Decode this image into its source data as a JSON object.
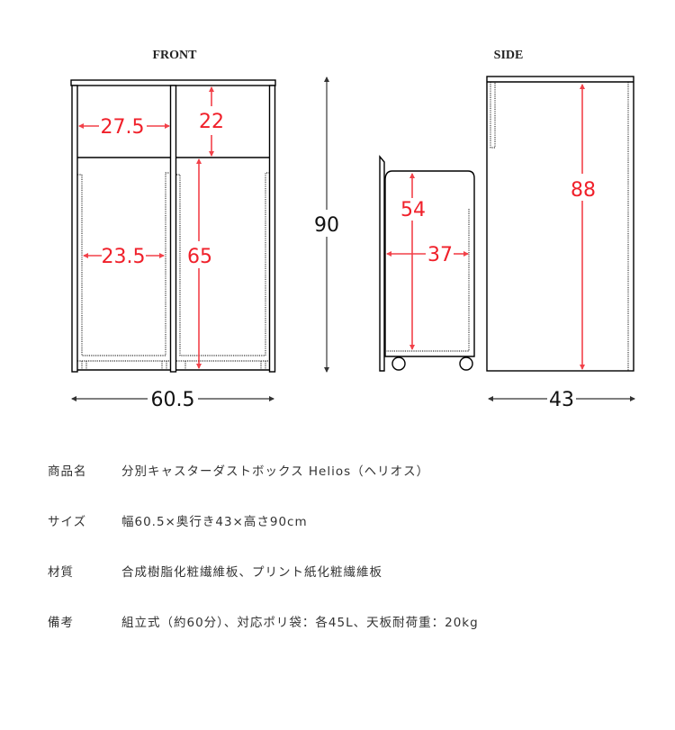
{
  "front_view": {
    "title": "FRONT",
    "dims": {
      "upper_width": "27.5",
      "upper_height": "22",
      "lower_width": "23.5",
      "lower_height": "65",
      "total_height": "90",
      "total_width": "60.5"
    }
  },
  "side_view": {
    "title": "SIDE",
    "dims": {
      "box_height": "54",
      "box_depth": "37",
      "inner_height": "88",
      "total_depth": "43"
    }
  },
  "colors": {
    "dimension_red": "#f0202a",
    "dimension_black": "#111111",
    "line": "#000000"
  },
  "specs": [
    {
      "label": "商品名",
      "value": "分別キャスターダストボックス Helios（ヘリオス）"
    },
    {
      "label": "サイズ",
      "value": "幅60.5×奥行き43×高さ90cm"
    },
    {
      "label": "材質",
      "value": "合成樹脂化粧繊維板、プリント紙化粧繊維板"
    },
    {
      "label": "備考",
      "value": "組立式（約60分）、対応ポリ袋：各45L、天板耐荷重：20kg"
    }
  ]
}
